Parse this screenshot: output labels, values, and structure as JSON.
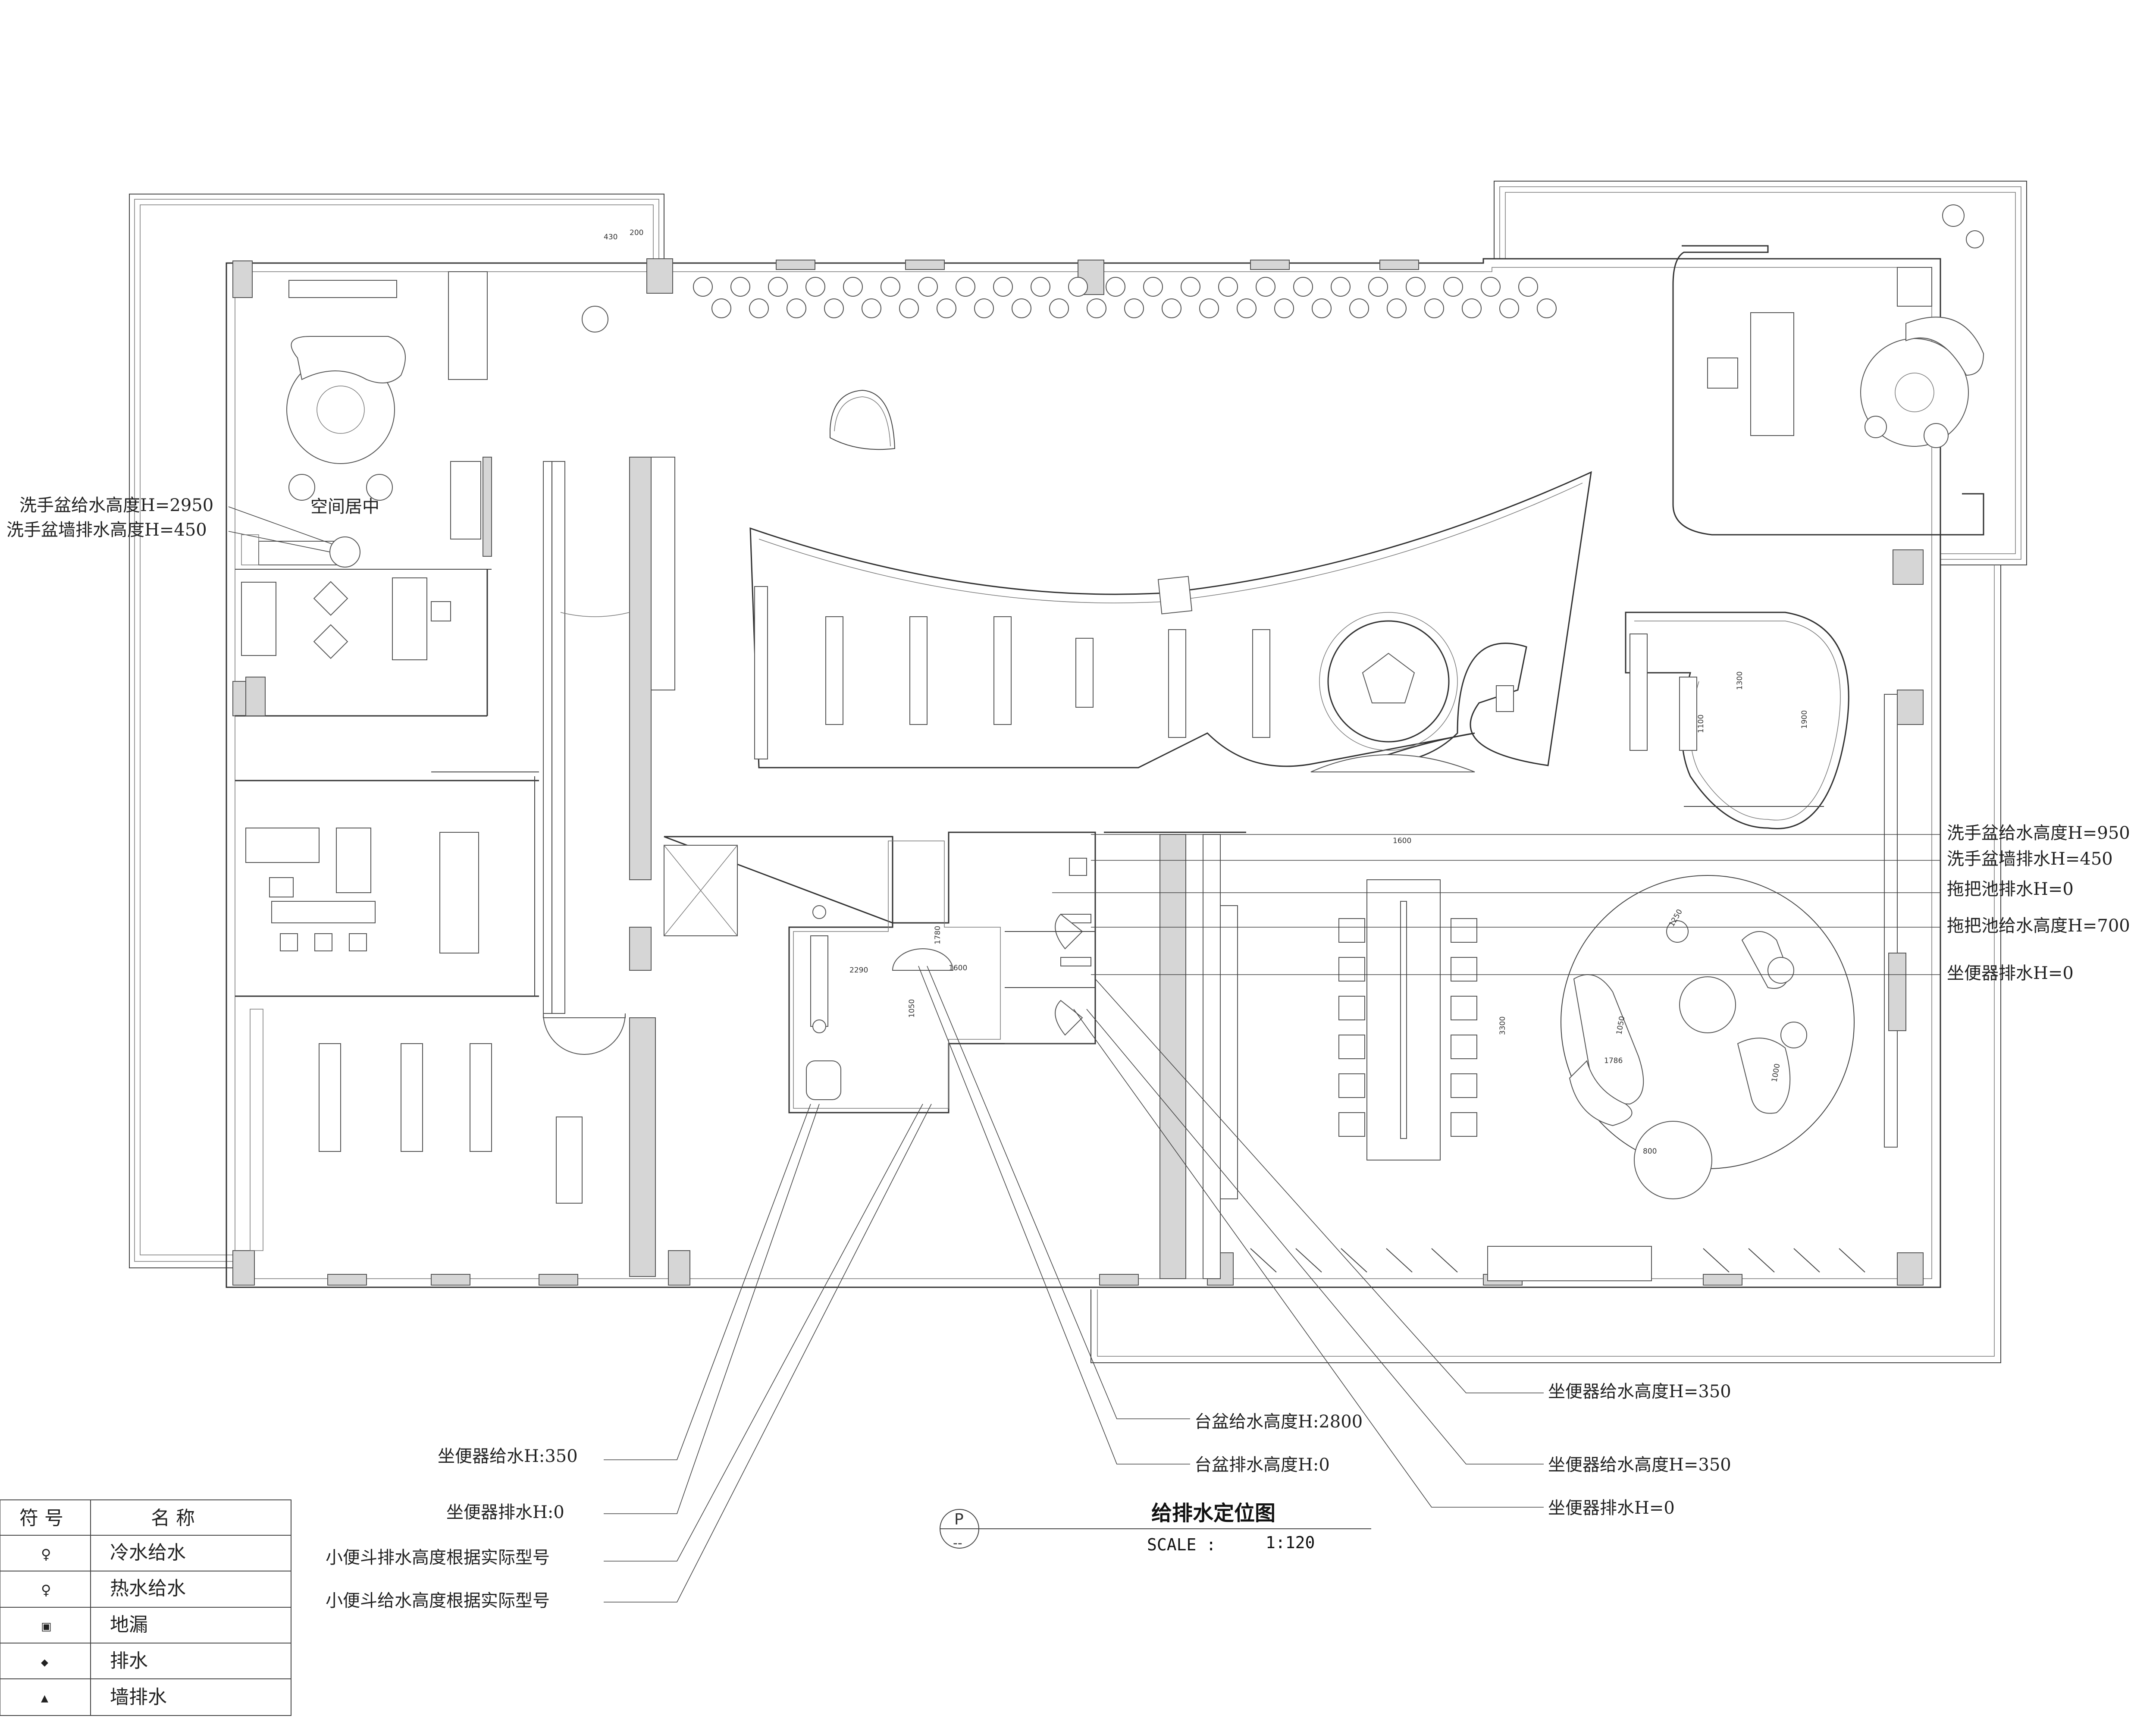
{
  "drawing": {
    "title": "给排水定位图",
    "scale_label": "SCALE :",
    "scale_value": "1:120",
    "symbol_top": "P",
    "symbol_bottom": "--"
  },
  "room_labels": {
    "space_center": "空间居中"
  },
  "annotations": {
    "left_basin_supply": "洗手盆给水高度H=2950",
    "left_basin_wall_drain": "洗手盆墙排水高度H=450",
    "right_basin_supply": "洗手盆给水高度H=950",
    "right_basin_wall_drain": "洗手盆墙排水H=450",
    "mop_drain": "拖把池排水H=0",
    "mop_supply": "拖把池给水高度H=700",
    "right_toilet_drain": "坐便器排水H=0",
    "bottom_toilet_supply_1": "坐便器给水高度H=350",
    "bottom_toilet_supply_2": "坐便器给水高度H=350",
    "bottom_toilet_drain": "坐便器排水H=0",
    "counter_basin_supply": "台盆给水高度H:2800",
    "counter_basin_drain": "台盆排水高度H:0",
    "left_toilet_supply": "坐便器给水H:350",
    "left_toilet_drain": "坐便器排水H:0",
    "urinal_drain": "小便斗排水高度根据实际型号",
    "urinal_supply": "小便斗给水高度根据实际型号"
  },
  "dimensions": {
    "d430": "430",
    "d200": "200",
    "d1600a": "1600",
    "d1600b": "1600",
    "d2290": "2290",
    "d1780": "1780",
    "d1050": "1050",
    "d3300": "3300",
    "d800": "800",
    "d1100": "1100",
    "d1300": "1300",
    "d1900": "1900",
    "d1786": "1786",
    "d1250": "1250",
    "d1050b": "1050",
    "d1000": "1000"
  },
  "legend": {
    "header_symbol": "符 号",
    "header_name": "名    称",
    "rows": [
      {
        "symbol": "♀",
        "name": "冷水给水"
      },
      {
        "symbol": "♀",
        "name": "热水给水"
      },
      {
        "symbol": "▣",
        "name": "地漏"
      },
      {
        "symbol": "◆",
        "name": "排水"
      },
      {
        "symbol": "▲",
        "name": "墙排水"
      }
    ]
  }
}
